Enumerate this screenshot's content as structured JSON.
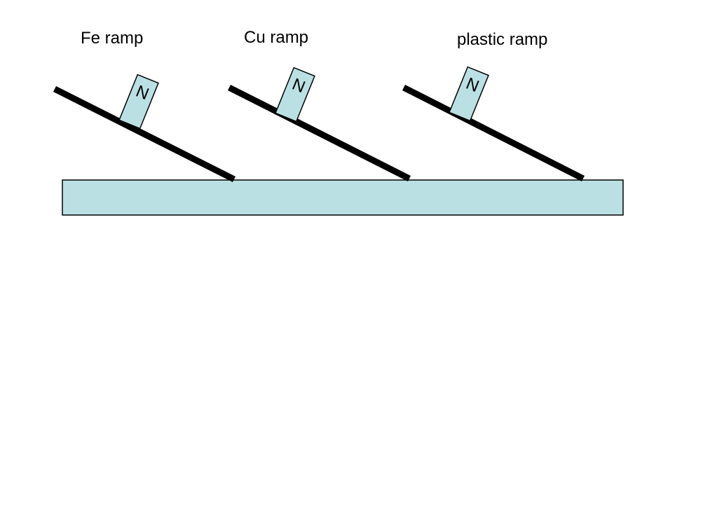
{
  "colors": {
    "base_fill": "#bbe0e3",
    "magnet_fill": "#bbe0e3",
    "outline": "#000000",
    "ramp": "#000000"
  },
  "ramps": [
    {
      "label": "Fe ramp",
      "magnet_label": "N"
    },
    {
      "label": "Cu ramp",
      "magnet_label": "N"
    },
    {
      "label": "plastic ramp",
      "magnet_label": "N"
    }
  ]
}
